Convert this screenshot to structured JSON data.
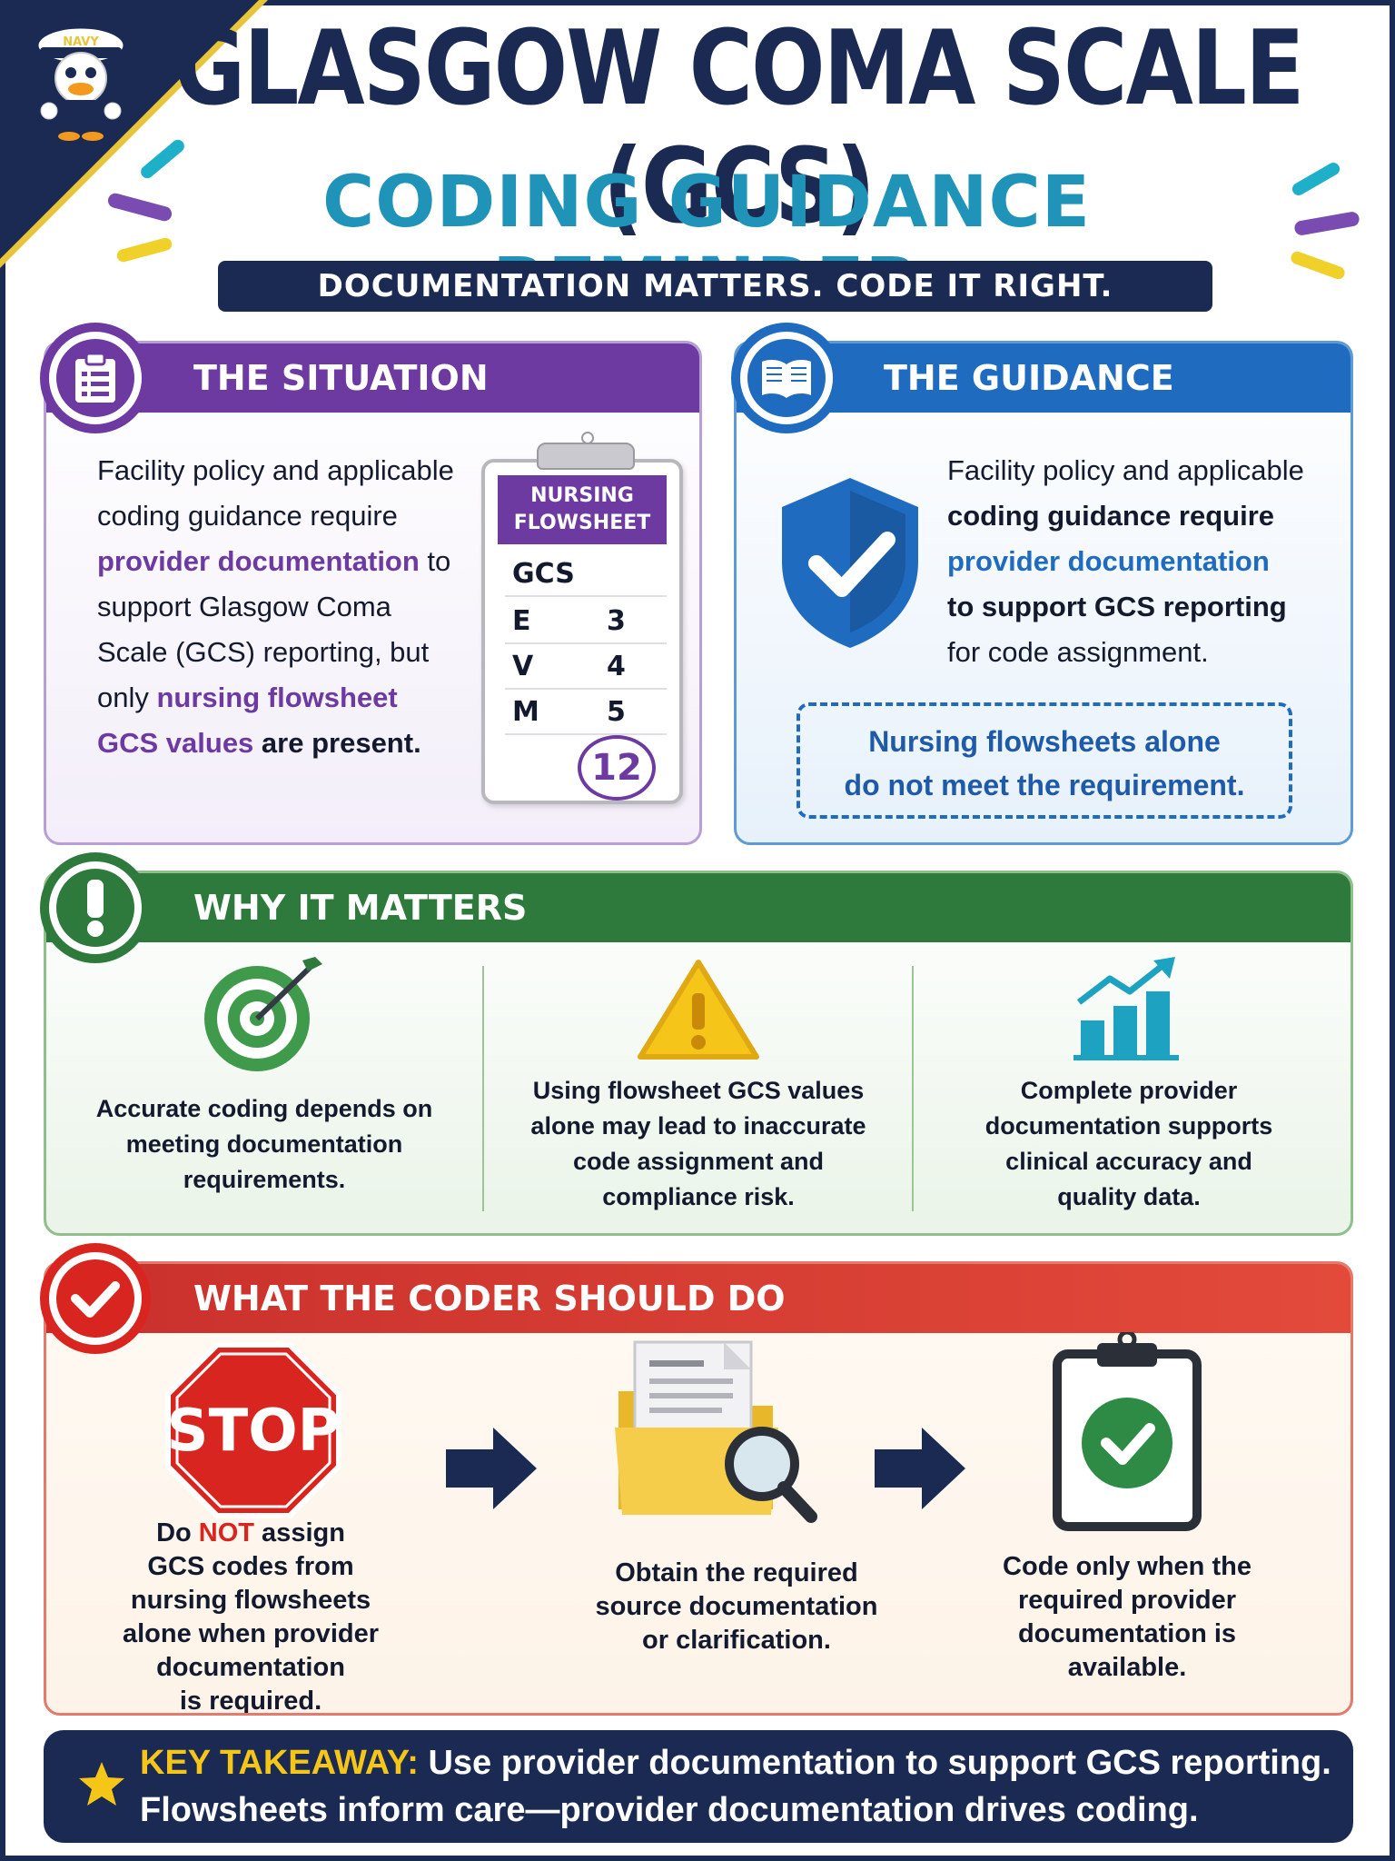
{
  "header": {
    "mascot_hat_text": "NAVY",
    "title": "GLASGOW COMA SCALE (GCS)",
    "subtitle": "CODING GUIDANCE REMINDER",
    "banner": "DOCUMENTATION MATTERS. CODE IT RIGHT."
  },
  "situation": {
    "heading": "THE SITUATION",
    "icon": "clipboard-list-icon",
    "text_1": "Facility policy and applicable coding guidance require ",
    "text_2": "provider documentation",
    "text_3": " to support Glasgow Coma Scale (GCS) reporting, but only ",
    "text_4": "nursing flowsheet GCS values",
    "text_5": " are present.",
    "flowsheet": {
      "header_line1": "NURSING",
      "header_line2": "FLOWSHEET",
      "label": "GCS",
      "rows": [
        {
          "key": "E",
          "value": "3"
        },
        {
          "key": "V",
          "value": "4"
        },
        {
          "key": "M",
          "value": "5"
        }
      ],
      "total": "12"
    }
  },
  "guidance": {
    "heading": "THE GUIDANCE",
    "icon": "open-book-icon",
    "shield_icon": "shield-check-icon",
    "text_1": "Facility policy and applicable ",
    "text_2": "coding guidance require",
    "text_3": "provider documentation",
    "text_4": "to support GCS reporting",
    "text_5": "for code assignment.",
    "note_line1": "Nursing flowsheets alone",
    "note_line2": "do not meet the requirement."
  },
  "why": {
    "heading": "WHY IT MATTERS",
    "icon": "exclamation-icon",
    "items": [
      {
        "icon": "target-icon",
        "line1": "Accurate coding depends on",
        "line2": "meeting documentation",
        "line3": "requirements."
      },
      {
        "icon": "warning-icon",
        "line1": "Using flowsheet GCS values",
        "line2": "alone may lead to inaccurate",
        "line3": "code assignment and",
        "line4": "compliance risk."
      },
      {
        "icon": "bar-chart-icon",
        "line1": "Complete provider",
        "line2": "documentation supports",
        "line3": "clinical accuracy and",
        "line4": "quality data."
      }
    ]
  },
  "coder": {
    "heading": "WHAT THE CODER SHOULD DO",
    "icon": "check-icon",
    "stop_sign_text": "STOP",
    "step1": {
      "do": "Do ",
      "not": "NOT",
      "rest1": " assign",
      "line2": "GCS codes from",
      "line3": "nursing flowsheets",
      "line4": "alone when provider",
      "line5": "documentation",
      "line6": "is required."
    },
    "step2": {
      "icon": "folder-search-icon",
      "line1": "Obtain the required",
      "line2": "source documentation",
      "line3": "or clarification."
    },
    "step3": {
      "icon": "clipboard-check-icon",
      "line1": "Code only when the",
      "line2": "required provider",
      "line3": "documentation is",
      "line4": "available."
    }
  },
  "takeaway": {
    "icon": "star-icon",
    "label": "KEY TAKEAWAY:",
    "line1": " Use provider documentation to support GCS reporting.",
    "line2": "Flowsheets inform care—provider documentation drives coding."
  },
  "colors": {
    "navy": "#1b2a52",
    "teal": "#1f94b8",
    "purple": "#6c3aa0",
    "blue": "#1f6bbf",
    "green": "#2e7a3d",
    "red": "#d8251f",
    "gold": "#f5c518"
  }
}
